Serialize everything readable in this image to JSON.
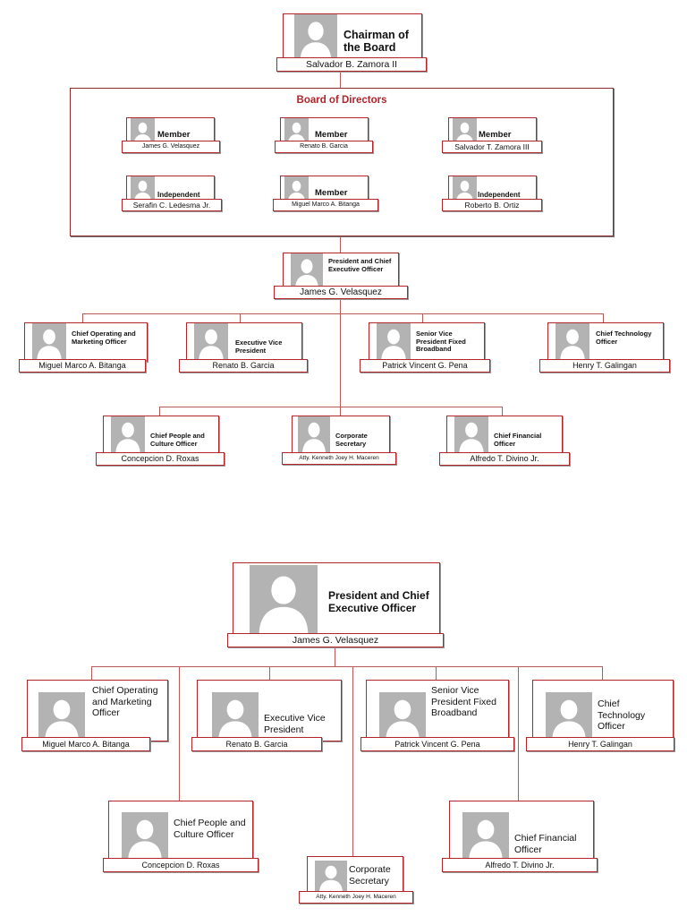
{
  "icons": {
    "avatar": "person-silhouette-icon"
  },
  "colors": {
    "border": "#b1252b",
    "photo": "#b3b3b3",
    "line": "#b85a5a"
  },
  "chart1": {
    "chairman": {
      "title": "Chairman of the Board",
      "name": "Salvador B. Zamora II"
    },
    "board": {
      "title": "Board of Directors",
      "members": [
        {
          "title": "Member",
          "name": "James G. Velasquez"
        },
        {
          "title": "Member",
          "name": "Renato B. Garcia"
        },
        {
          "title": "Member",
          "name": "Salvador T. Zamora III"
        },
        {
          "title": "Independent",
          "name": "Serafin C. Ledesma Jr."
        },
        {
          "title": "Member",
          "name": "Miguel Marco A. Bitanga"
        },
        {
          "title": "Independent",
          "name": "Roberto B. Ortiz"
        }
      ]
    },
    "president": {
      "title": "President and Chief Executive Officer",
      "name": "James G. Velasquez"
    },
    "officers": [
      {
        "title": "Chief Operating and Marketing Officer",
        "name": "Miguel Marco A. Bitanga"
      },
      {
        "title": "Executive Vice President",
        "name": "Renato B. Garcia"
      },
      {
        "title": "Senior Vice President Fixed Broadband",
        "name": "Patrick Vincent G. Pena"
      },
      {
        "title": "Chief Technology Officer",
        "name": "Henry T. Galingan"
      },
      {
        "title": "Chief People and Culture Officer",
        "name": "Concepcion D. Roxas"
      },
      {
        "title": "Corporate Secretary",
        "name": "Atty. Kenneth Joey H. Maceren"
      },
      {
        "title": "Chief Financial Officer",
        "name": "Alfredo T. Divino Jr."
      }
    ]
  },
  "chart2": {
    "president": {
      "title": "President and Chief Executive Officer",
      "name": "James G. Velasquez"
    },
    "officers": [
      {
        "title": "Chief Operating and Marketing Officer",
        "name": "Miguel Marco A. Bitanga"
      },
      {
        "title": "Executive Vice President",
        "name": "Renato B. Garcia"
      },
      {
        "title": "Senior Vice President Fixed Broadband",
        "name": "Patrick Vincent G. Pena"
      },
      {
        "title": "Chief Technology Officer",
        "name": "Henry T. Galingan"
      },
      {
        "title": "Chief People and Culture Officer",
        "name": "Concepcion D. Roxas"
      },
      {
        "title": "Corporate Secretary",
        "name": "Atty. Kenneth Joey H. Maceren"
      },
      {
        "title": "Chief Financial Officer",
        "name": "Alfredo T. Divino Jr."
      }
    ]
  }
}
